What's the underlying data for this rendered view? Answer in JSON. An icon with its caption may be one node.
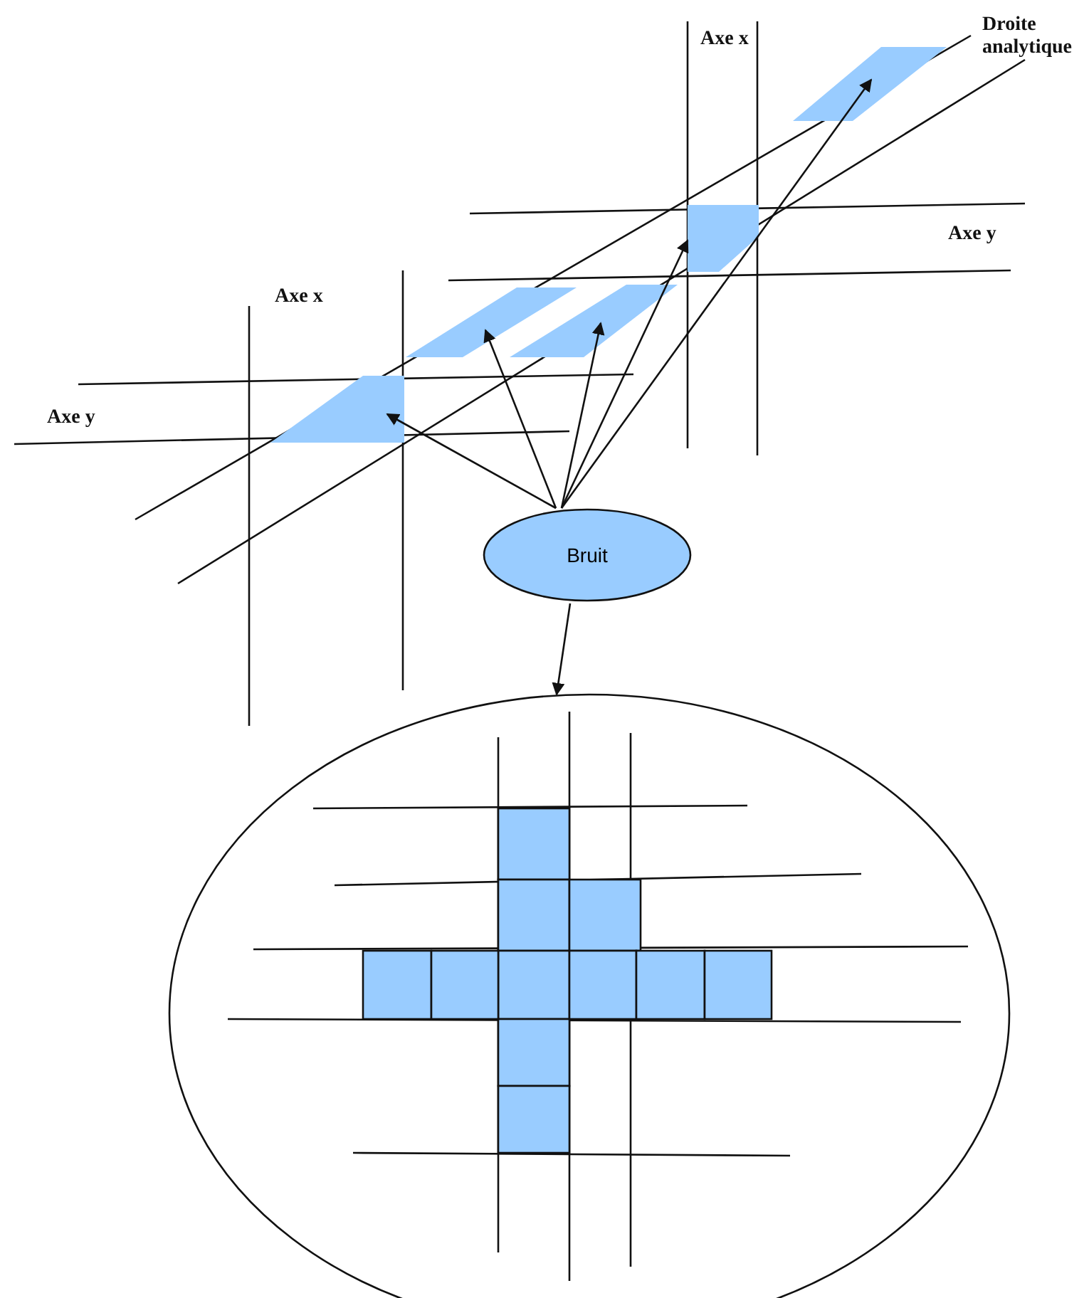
{
  "diagram": {
    "nodes": [
      {
        "text": [
          "Bruit"
        ]
      },
      {
        "text": [],
        "shape": "box"
      },
      {
        "text": [],
        "shape": "box"
      },
      {
        "text": [],
        "shape": "box"
      },
      {
        "text": [],
        "shape": "box"
      },
      {
        "text": [],
        "shape": "box"
      },
      {
        "text": [],
        "shape": "ellipse"
      }
    ],
    "edges": [
      {
        "from": 0,
        "to": 1,
        "arrow": "to"
      },
      {
        "from": 0,
        "to": 2,
        "arrow": "to"
      },
      {
        "from": 0,
        "to": 3,
        "arrow": "to"
      },
      {
        "from": 0,
        "to": 4,
        "arrow": "to"
      },
      {
        "from": 0,
        "to": 5,
        "arrow": "to"
      },
      {
        "from": 0,
        "to": 6,
        "arrow": "to"
      }
    ],
    "labels": [
      "Axe x",
      "Droite analytique",
      "Axe y",
      "Axe x",
      "Axe y"
    ]
  }
}
